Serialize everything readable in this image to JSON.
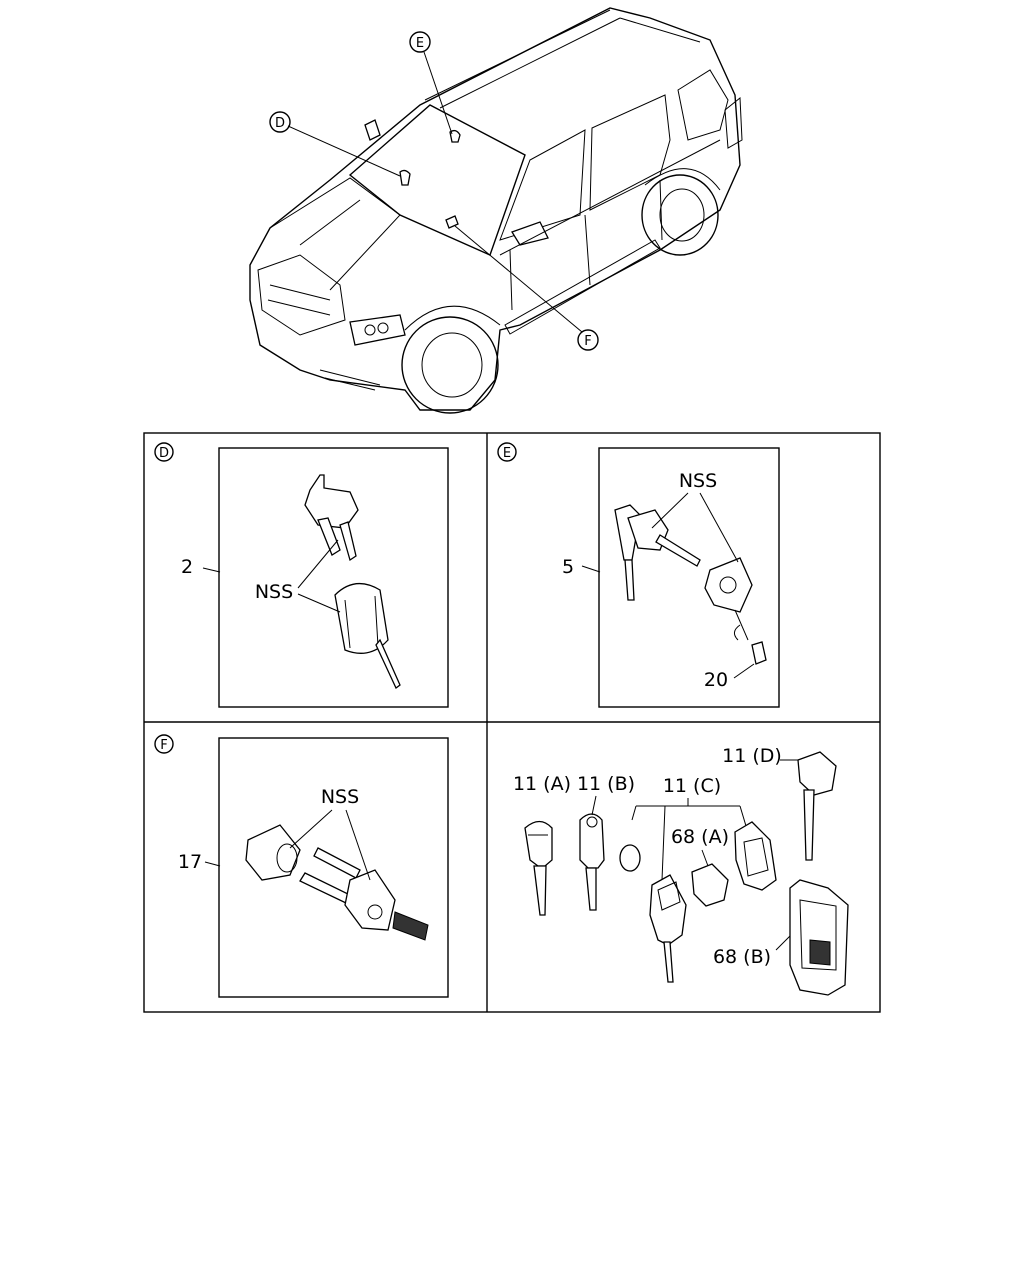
{
  "callouts": {
    "d": "D",
    "e": "E",
    "f": "F"
  },
  "panels": {
    "d": {
      "circle_label": "D",
      "part_number": "2",
      "note": "NSS"
    },
    "e": {
      "circle_label": "E",
      "part_number": "5",
      "note": "NSS",
      "part_number_2": "20"
    },
    "f": {
      "circle_label": "F",
      "part_number": "17",
      "note": "NSS"
    },
    "keys": {
      "label_a": "11 (A)",
      "label_b": "11 (B)",
      "label_c": "11 (C)",
      "label_d": "11 (D)",
      "label_68a": "68 (A)",
      "label_68b": "68 (B)"
    }
  }
}
